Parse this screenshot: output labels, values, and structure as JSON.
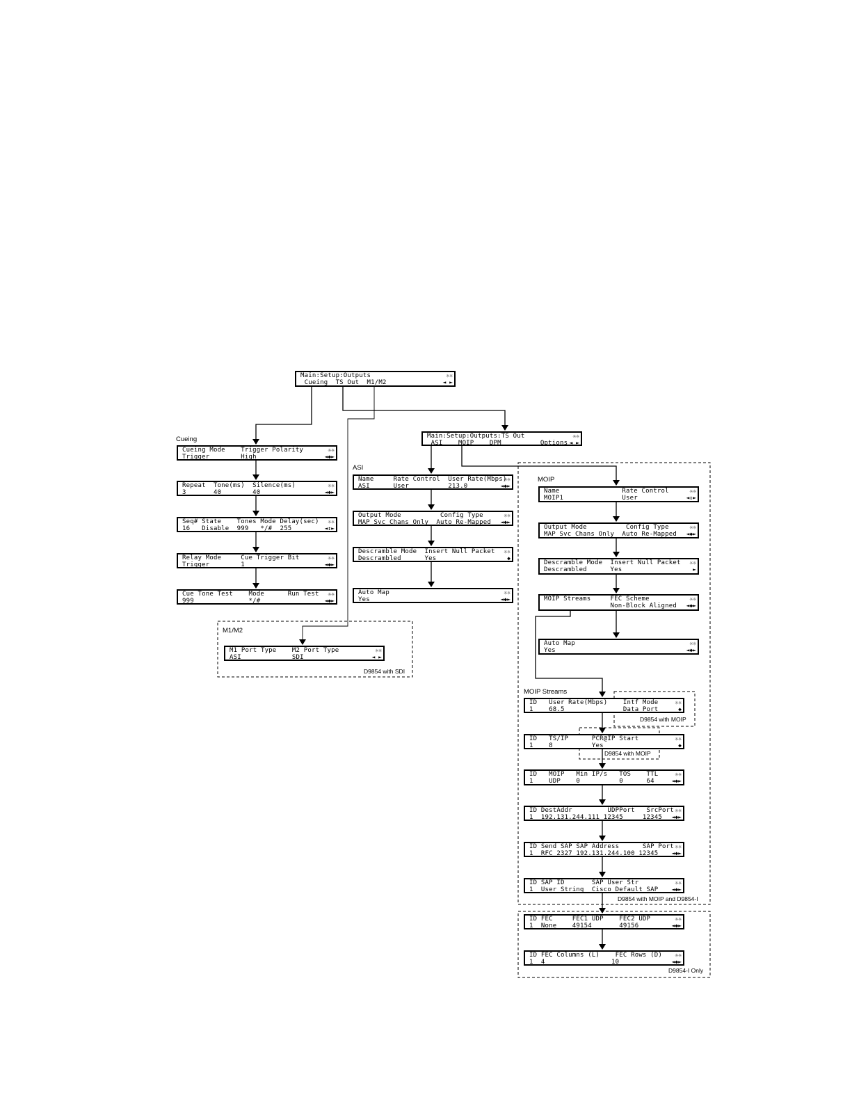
{
  "screens": {
    "outputs": {
      "l1": "Main:Setup:Outputs",
      "l2": " Cueing  TS Out  M1/M2",
      "n1": "☼☼",
      "n2": "◄ ►"
    },
    "cue_mode": {
      "l1": "Cueing Mode    Trigger Polarity",
      "l2": "Trigger        High",
      "n1": "☼☼",
      "n2": "◄◆►"
    },
    "cue_repeat": {
      "l1": "Repeat  Tone(ms)  Silence(ms)",
      "l2": "3       40        40",
      "n1": "☼☼",
      "n2": "◄◆►"
    },
    "cue_seq": {
      "l1": "Seq# State    Tones Mode Delay(sec)",
      "l2": "16   Disable  999   */#  255",
      "n1": "☼☼",
      "n2": "◄↕►"
    },
    "cue_relay": {
      "l1": "Relay Mode     Cue Trigger Bit",
      "l2": "Trigger        1",
      "n1": "☼☼",
      "n2": "◄◆►"
    },
    "cue_test": {
      "l1": "Cue Tone Test    Mode      Run Test",
      "l2": "999              */#",
      "n1": "☼☼",
      "n2": "◄◆►"
    },
    "m1m2": {
      "l1": "M1 Port Type    M2 Port Type",
      "l2": "ASI             SDI",
      "n1": "☼☼",
      "n2": "◄ ►"
    },
    "ts_out": {
      "l1": "Main:Setup:Outputs:TS Out",
      "l2": " ASI    MOIP    DPM          Options",
      "n1": "☼☼",
      "n2": "◄ ►"
    },
    "asi_name": {
      "l1": "Name     Rate Control  User Rate(Mbps)",
      "l2": "ASI      User          213.0",
      "n1": "☼☼",
      "n2": "◄◆►"
    },
    "asi_output": {
      "l1": "Output Mode          Config Type",
      "l2": "MAP Svc Chans Only  Auto Re-Mapped",
      "n1": "☼☼",
      "n2": "◄◆►"
    },
    "asi_descr": {
      "l1": "Descramble Mode  Insert Null Packet",
      "l2": "Descrambled      Yes",
      "n1": "☼☼",
      "n2": "◆"
    },
    "asi_automap": {
      "l1": "Auto Map",
      "l2": "Yes",
      "n1": "☼☼",
      "n2": "◄◆►"
    },
    "moip_name": {
      "l1": "Name                Rate Control",
      "l2": "MOIP1               User",
      "n1": "☼☼",
      "n2": "◄↕►"
    },
    "moip_output": {
      "l1": "Output Mode          Config Type",
      "l2": "MAP Svc Chans Only  Auto Re-Mapped",
      "n1": "☼☼",
      "n2": "◄◆►"
    },
    "moip_descr": {
      "l1": "Descramble Mode  Insert Null Packet",
      "l2": "Descrambled      Yes",
      "n1": "☼☼",
      "n2": "►"
    },
    "moip_streams": {
      "l1": "MOIP Streams     FEC Scheme",
      "l2": "                 Non-Block Aligned",
      "n1": "☼☼",
      "n2": "◄◆►"
    },
    "moip_automap": {
      "l1": "Auto Map",
      "l2": "Yes",
      "n1": "☼☼",
      "n2": "◄◆►"
    },
    "ms_rate": {
      "l1": "ID   User Rate(Mbps)    Intf Mode",
      "l2": "1    68.5               Data Port",
      "n1": "☼☼",
      "n2": "◆"
    },
    "ms_tsip": {
      "l1": "ID   TS/IP      PCR@IP Start",
      "l2": "1    8          Yes",
      "n1": "☼☼",
      "n2": "◆"
    },
    "ms_moip": {
      "l1": "ID   MOIP   Min IP/s   TOS    TTL",
      "l2": "1    UDP    0          0      64",
      "n1": "☼☼",
      "n2": "◄◆►"
    },
    "ms_dest": {
      "l1": "ID DestAddr         UDPPort   SrcPort",
      "l2": "1  192.131.244.111 12345     12345",
      "n1": "☼☼",
      "n2": "◄◆►"
    },
    "ms_sap": {
      "l1": "ID Send SAP SAP Address      SAP Port",
      "l2": "1  RFC 2327 192.131.244.100 12345",
      "n1": "☼☼",
      "n2": "◄◆►"
    },
    "ms_sapid": {
      "l1": "ID SAP ID       SAP User Str",
      "l2": "1  User String  Cisco Default SAP",
      "n1": "☼☼",
      "n2": "◄◆►"
    },
    "ms_fec": {
      "l1": "ID FEC     FEC1 UDP    FEC2 UDP",
      "l2": "1  None    49154       49156",
      "n1": "☼☼",
      "n2": "◄◆►"
    },
    "ms_feccol": {
      "l1": "ID FEC Columns (L)    FEC Rows (D)",
      "l2": "1  4                 10",
      "n1": "☼☼",
      "n2": "◄◆►"
    }
  },
  "labels": {
    "cueing": "Cueing",
    "asi": "ASI",
    "moip": "MOIP",
    "m1m2": "M1/M2",
    "moip_streams": "MOIP Streams"
  },
  "notes": {
    "sdi": "D9854 with SDI",
    "moip_a": "D9854 with MOIP",
    "moip_b": "D9854 with MOIP",
    "moip_d9854i": "D9854 with MOIP and D9854-I",
    "d9854i_only": "D9854-I Only"
  }
}
